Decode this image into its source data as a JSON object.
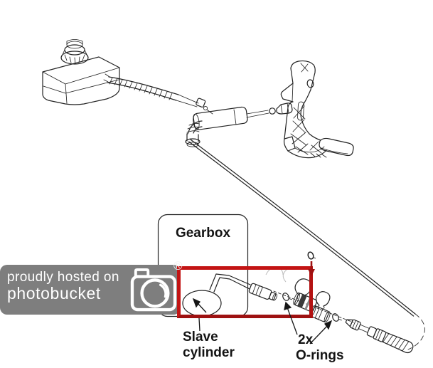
{
  "figure": {
    "type": "technical-diagram",
    "subject": "Clutch hydraulic system exploded view: fluid reservoir, master cylinder, clutch pedal, hydraulic pipe, slave cylinder at gearbox with O-ring fittings",
    "background_color": "#ffffff",
    "line_color": "#222222"
  },
  "callouts": {
    "gearbox": "Gearbox",
    "slave_cylinder": [
      "Slave",
      "cylinder"
    ],
    "orings_count": "2x",
    "orings": "O-rings"
  },
  "highlight": {
    "color": "#c31414",
    "shape": "rectangle around slave cylinder and O-ring fittings"
  },
  "watermark": {
    "line1": "proudly hosted on",
    "line2": "photobucket",
    "registered_mark": "®",
    "bg_color": "#7e7e7e",
    "text_color": "#ffffff",
    "icon": "camera-icon"
  },
  "parts": {
    "reservoir": "fluid reservoir with cap",
    "hose": "braided supply hose",
    "master_cylinder": "master cylinder with elbow fitting and push rod",
    "pedal": "clutch pedal",
    "pipe": "hydraulic pipe",
    "slave_cylinder": "slave cylinder (circled)",
    "orings": "2 O-rings",
    "clips": "retaining clips",
    "hose_end": "pipe end coupling"
  }
}
